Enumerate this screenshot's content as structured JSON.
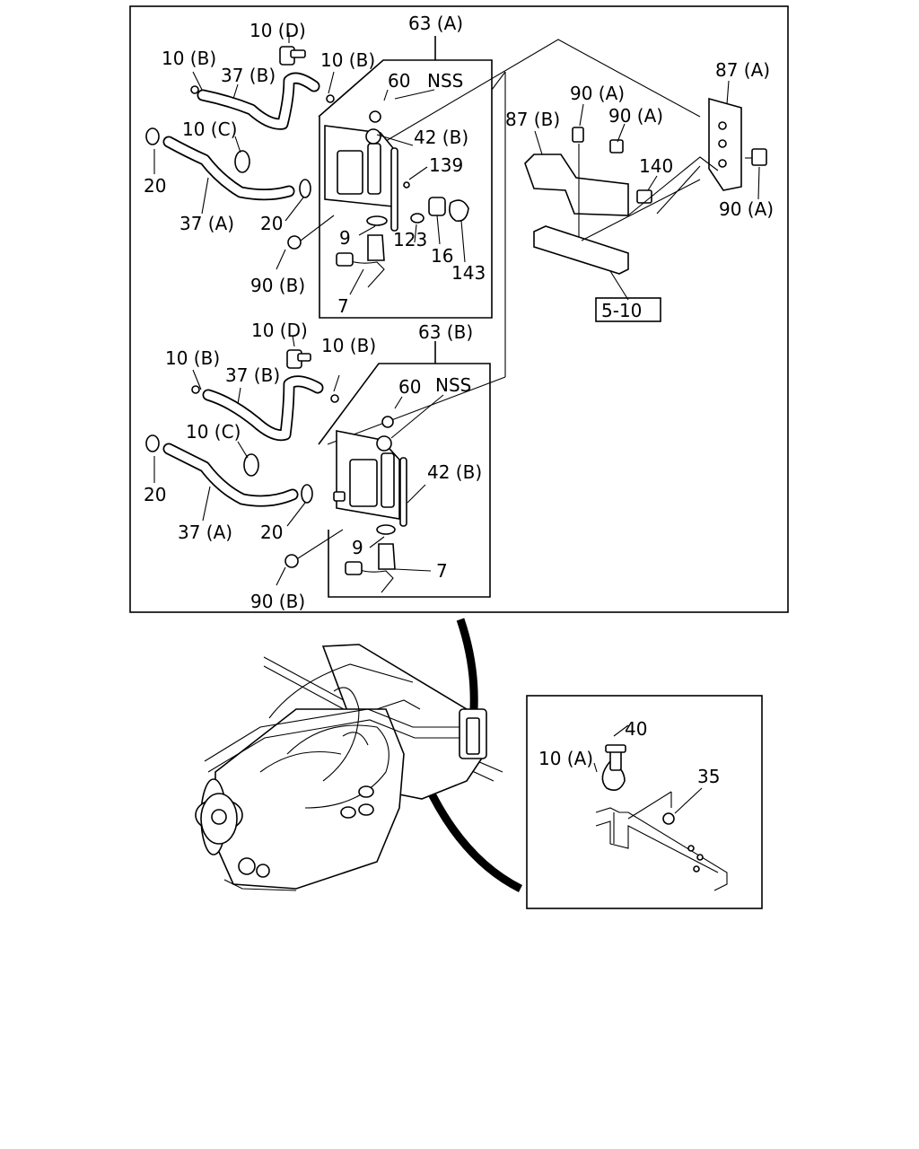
{
  "labels": {
    "l63a": "63 (A)",
    "l10d_1": "10 (D)",
    "l10b_1": "10 (B)",
    "l10b_2": "10 (B)",
    "l37b_1": "37 (B)",
    "l60_1": "60",
    "lnss_1": "NSS",
    "l10c_1": "10 (C)",
    "l42b_1": "42 (B)",
    "l139": "139",
    "l20_1": "20",
    "l20_2": "20",
    "l37a_1": "37 (A)",
    "l9_1": "9",
    "l123": "123",
    "l16": "16",
    "l143": "143",
    "l90b_1": "90 (B)",
    "l7_1": "7",
    "l87a": "87 (A)",
    "l87b": "87 (B)",
    "l90a_1": "90 (A)",
    "l90a_2": "90 (A)",
    "l140": "140",
    "l90a_3": "90 (A)",
    "l5_10": "5-10",
    "l63b": "63 (B)",
    "l10d_2": "10 (D)",
    "l10b_3": "10 (B)",
    "l10b_4": "10 (B)",
    "l37b_2": "37 (B)",
    "l60_2": "60",
    "lnss_2": "NSS",
    "l10c_2": "10 (C)",
    "l42b_2": "42 (B)",
    "l20_3": "20",
    "l20_4": "20",
    "l37a_2": "37 (A)",
    "l9_2": "9",
    "l7_2": "7",
    "l90b_2": "90 (B)",
    "l40": "40",
    "l10a": "10 (A)",
    "l35": "35"
  }
}
